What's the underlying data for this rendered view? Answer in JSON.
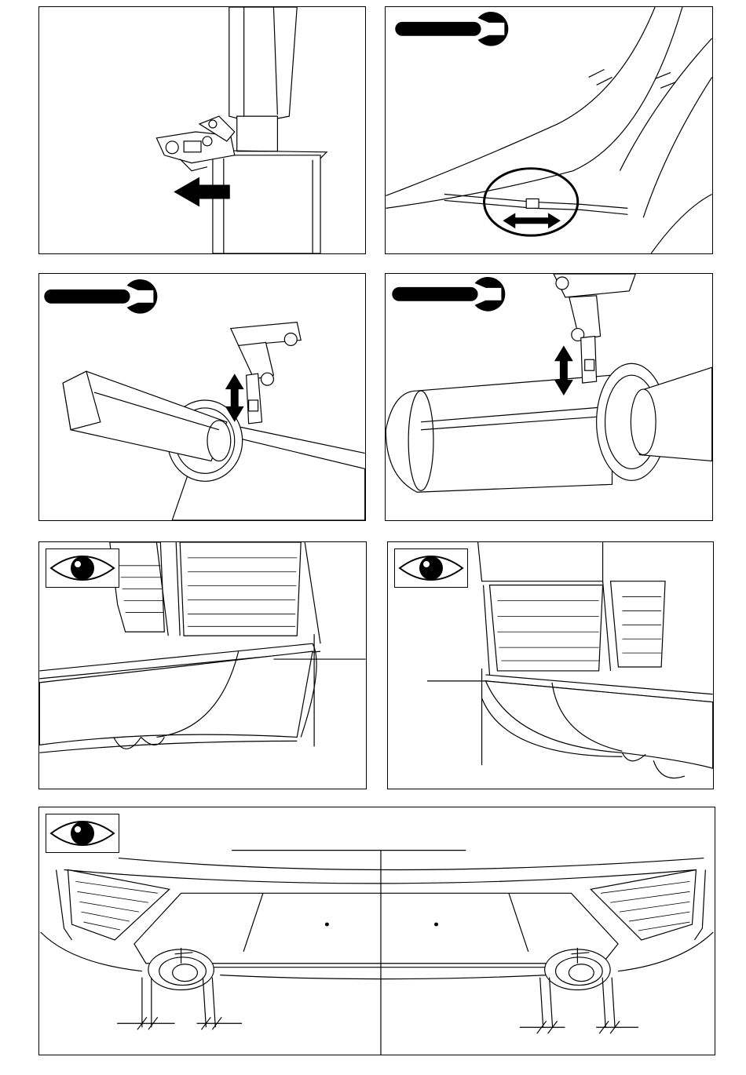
{
  "panels": [
    {
      "id": 1,
      "action": "remove",
      "icons": [
        "arrow-left-icon"
      ]
    },
    {
      "id": 2,
      "action": "adjust",
      "icons": [
        "wrench-icon",
        "double-arrow-horizontal-icon"
      ]
    },
    {
      "id": 3,
      "action": "adjust",
      "icons": [
        "wrench-icon",
        "double-arrow-vertical-icon"
      ]
    },
    {
      "id": 4,
      "action": "adjust",
      "icons": [
        "wrench-icon",
        "double-arrow-vertical-icon"
      ]
    },
    {
      "id": 5,
      "action": "inspect",
      "icons": [
        "eye-icon"
      ]
    },
    {
      "id": 6,
      "action": "inspect",
      "icons": [
        "eye-icon"
      ]
    },
    {
      "id": 7,
      "action": "inspect",
      "icons": [
        "eye-icon"
      ]
    }
  ],
  "colors": {
    "line": "#000000",
    "background": "#ffffff"
  }
}
